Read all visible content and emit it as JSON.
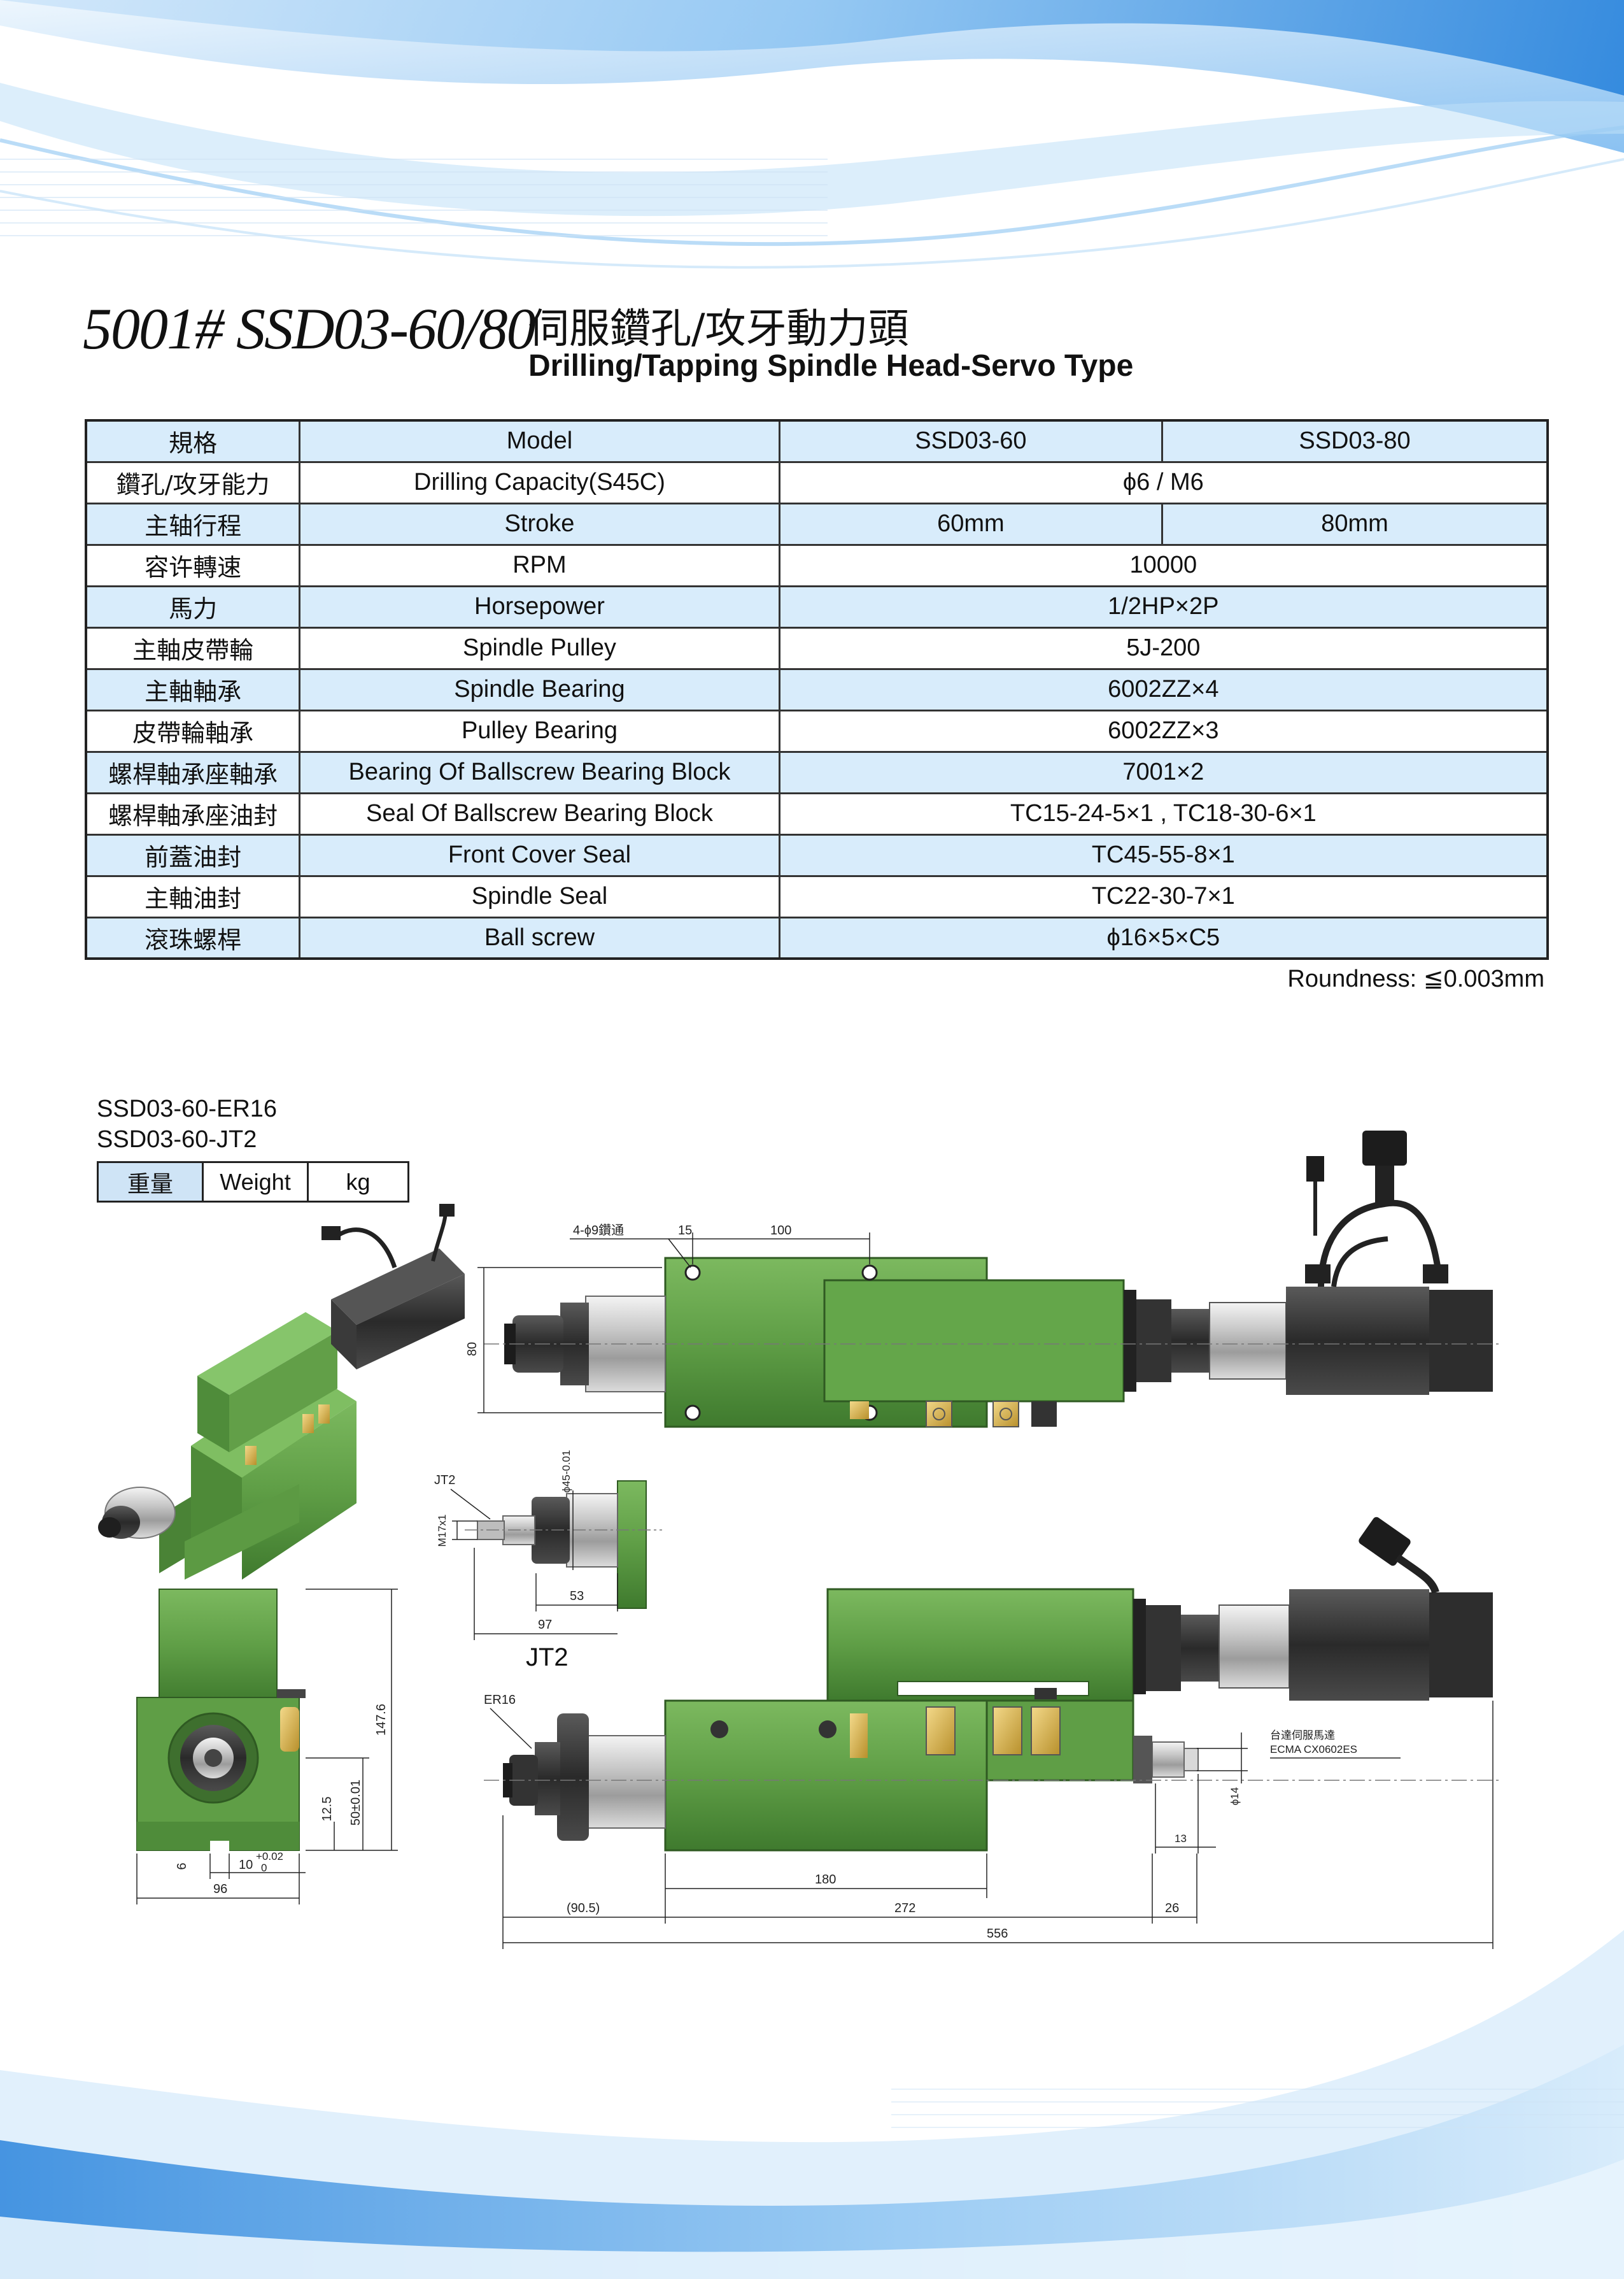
{
  "header": {
    "model_title": "5001# SSD03-60/80",
    "cn_title": "伺服鑽孔/攻牙動力頭",
    "en_title": "Drilling/Tapping Spindle Head-Servo Type"
  },
  "spec_table": {
    "header": {
      "cn": "規格",
      "en": "Model",
      "col_a": "SSD03-60",
      "col_b": "SSD03-80"
    },
    "rows": [
      {
        "cn": "鑽孔/攻牙能力",
        "en": "Drilling Capacity(S45C)",
        "value": "ϕ6 / M6"
      },
      {
        "cn": "主轴行程",
        "en": "Stroke",
        "value_a": "60mm",
        "value_b": "80mm"
      },
      {
        "cn": "容许轉速",
        "en": "RPM",
        "value": "10000"
      },
      {
        "cn": "馬力",
        "en": "Horsepower",
        "value": "1/2HP×2P"
      },
      {
        "cn": "主軸皮帶輪",
        "en": "Spindle Pulley",
        "value": "5J-200"
      },
      {
        "cn": "主軸軸承",
        "en": "Spindle Bearing",
        "value": "6002ZZ×4"
      },
      {
        "cn": "皮帶輪軸承",
        "en": "Pulley Bearing",
        "value": "6002ZZ×3"
      },
      {
        "cn": "螺桿軸承座軸承",
        "en": "Bearing Of Ballscrew Bearing Block",
        "value": "7001×2"
      },
      {
        "cn": "螺桿軸承座油封",
        "en": "Seal Of Ballscrew Bearing Block",
        "value": "TC15-24-5×1 , TC18-30-6×1"
      },
      {
        "cn": "前蓋油封",
        "en": "Front Cover Seal",
        "value": "TC45-55-8×1"
      },
      {
        "cn": "主軸油封",
        "en": "Spindle Seal",
        "value": "TC22-30-7×1"
      },
      {
        "cn": "滾珠螺桿",
        "en": "Ball screw",
        "value": "ϕ16×5×C5"
      }
    ]
  },
  "roundness": "Roundness: ≦0.003mm",
  "variants": [
    "SSD03-60-ER16",
    "SSD03-60-JT2"
  ],
  "weight_table": {
    "cn": "重量",
    "en": "Weight",
    "unit": "kg"
  },
  "drawing": {
    "jt2_label": "JT2",
    "top_view": {
      "hole_note": "4-ϕ9鑽通",
      "dim_15": "15",
      "dim_100": "100",
      "dim_80": "80"
    },
    "jt2_detail": {
      "label": "JT2",
      "dim_phi45": "ϕ45-0.01",
      "dim_m17": "M17x1",
      "dim_53": "53",
      "dim_97": "97"
    },
    "end_view": {
      "dim_147_6": "147.6",
      "dim_12_5": "12.5",
      "dim_50": "50±0.01",
      "dim_6": "6",
      "dim_10": "10",
      "tol_plus": "+0.02",
      "tol_zero": "0",
      "dim_96": "96"
    },
    "side_view": {
      "er16": "ER16",
      "motor_cn": "台達伺服馬達",
      "motor_model": "ECMA CX0602ES",
      "dim_phi14": "ϕ14",
      "dim_13": "13",
      "dim_180": "180",
      "dim_90_5": "(90.5)",
      "dim_272": "272",
      "dim_26": "26",
      "dim_556": "556"
    }
  },
  "colors": {
    "table_blue": "#d8ecfb",
    "machine_green": "#5f9e46",
    "motor_black": "#2a2a2a",
    "wave_blue": "#2f8fe0"
  }
}
